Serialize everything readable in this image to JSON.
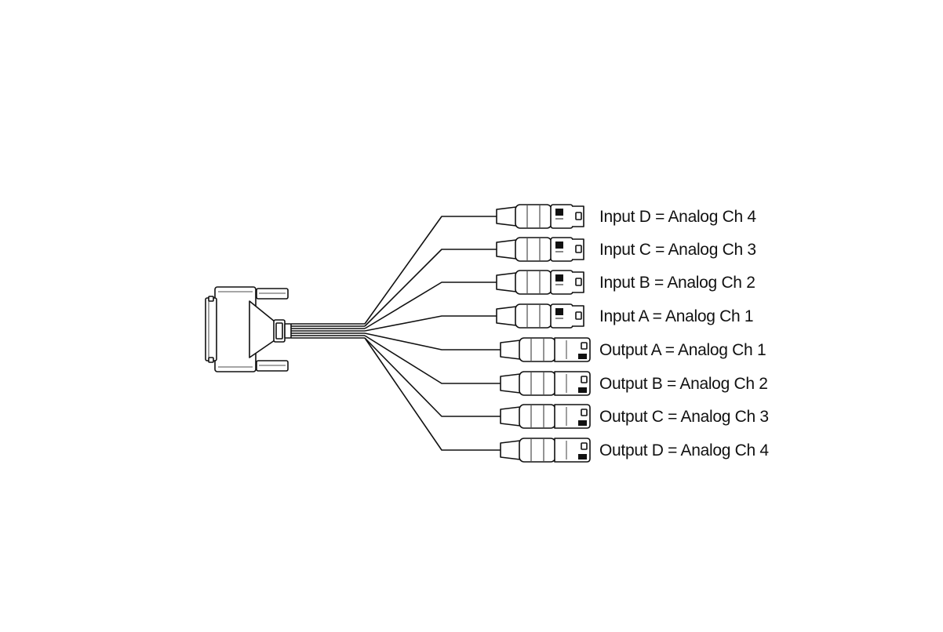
{
  "colors": {
    "background": "#ffffff",
    "line": "#111111",
    "fill": "#ffffff"
  },
  "connectors": [
    {
      "type": "xlr-female",
      "label": "Input D = Analog Ch 4"
    },
    {
      "type": "xlr-female",
      "label": "Input C = Analog Ch 3"
    },
    {
      "type": "xlr-female",
      "label": "Input B = Analog Ch 2"
    },
    {
      "type": "xlr-female",
      "label": "Input A = Analog Ch 1"
    },
    {
      "type": "xlr-male",
      "label": "Output A = Analog Ch 1"
    },
    {
      "type": "xlr-male",
      "label": "Output B = Analog Ch 2"
    },
    {
      "type": "xlr-male",
      "label": "Output C = Analog Ch 3"
    },
    {
      "type": "xlr-male",
      "label": "Output D = Analog Ch 4"
    }
  ],
  "source_connector": "db25-connector-icon"
}
